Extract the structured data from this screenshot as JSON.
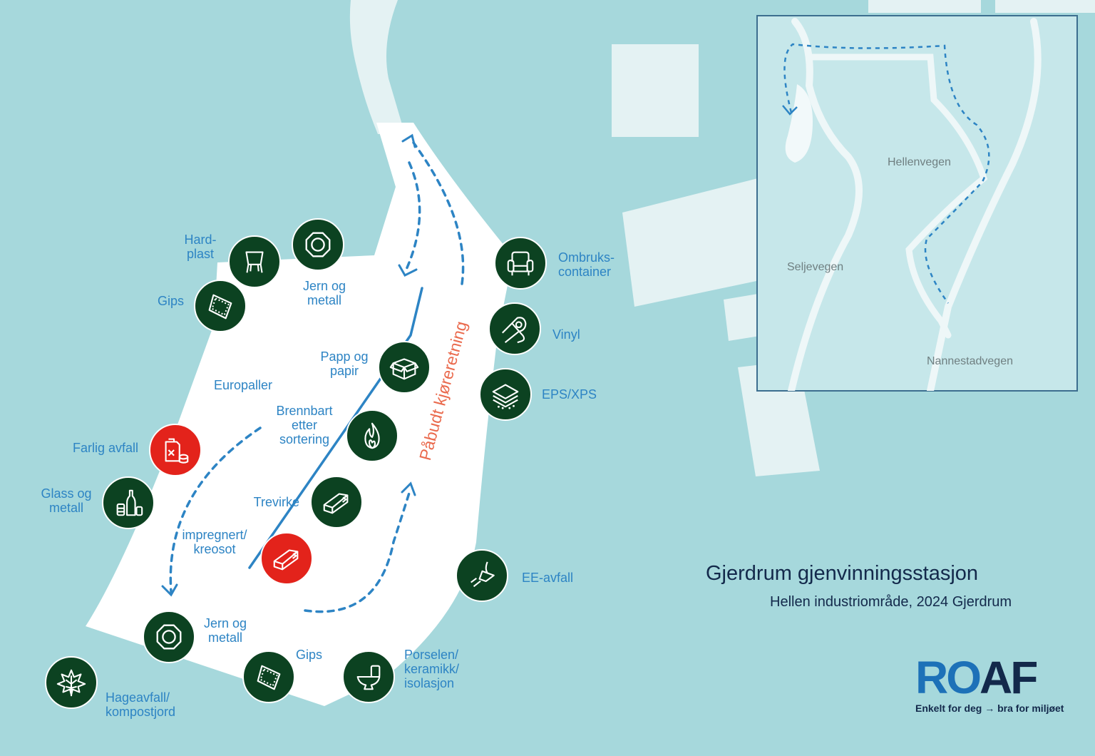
{
  "map": {
    "title": "Gjerdrum gjenvinningsstasjon",
    "subtitle": "Hellen industriområde, 2024 Gjerdrum",
    "direction_label": "Påbudt kjøreretning",
    "colors": {
      "water": "#a6d8dc",
      "yard": "#ffffff",
      "station_green": "#0c4221",
      "station_red": "#e3231b",
      "label_blue": "#2d84c4",
      "direction_red": "#ea6a4d",
      "title_navy": "#13294b"
    }
  },
  "stations": [
    {
      "id": "hardplast",
      "label": "Hard-\nplast",
      "icon": "chair-icon",
      "hazard": false
    },
    {
      "id": "jern-metall-top",
      "label": "Jern og\nmetall",
      "icon": "metal-nut-icon",
      "hazard": false
    },
    {
      "id": "gips-top",
      "label": "Gips",
      "icon": "plasterboard-icon",
      "hazard": false
    },
    {
      "id": "europaller",
      "label": "Europaller",
      "icon": "",
      "hazard": false
    },
    {
      "id": "farlig-avfall",
      "label": "Farlig avfall",
      "icon": "hazardous-canister-icon",
      "hazard": true
    },
    {
      "id": "glass-metall",
      "label": "Glass og\nmetall",
      "icon": "bottles-cans-icon",
      "hazard": false
    },
    {
      "id": "papp-papir",
      "label": "Papp og\npapir",
      "icon": "cardboard-box-icon",
      "hazard": false
    },
    {
      "id": "brennbart",
      "label": "Brennbart\netter\nsortering",
      "icon": "flame-icon",
      "hazard": false
    },
    {
      "id": "trevirke",
      "label": "Trevirke",
      "icon": "wood-beam-icon",
      "hazard": false
    },
    {
      "id": "impregnert",
      "label": "impregnert/\nkreosot",
      "icon": "treated-wood-icon",
      "hazard": true
    },
    {
      "id": "jern-metall-bottom",
      "label": "Jern og\nmetall",
      "icon": "metal-nut-icon",
      "hazard": false
    },
    {
      "id": "gips-bottom",
      "label": "Gips",
      "icon": "plasterboard-icon",
      "hazard": false
    },
    {
      "id": "porselen",
      "label": "Porselen/\nkeramikk/\nisolasjon",
      "icon": "toilet-icon",
      "hazard": false
    },
    {
      "id": "hageavfall",
      "label": "Hageavfall/\nkompostjord",
      "icon": "leaf-icon",
      "hazard": false
    },
    {
      "id": "ee-avfall",
      "label": "EE-avfall",
      "icon": "plug-icon",
      "hazard": false
    },
    {
      "id": "ombruk",
      "label": "Ombruks-\ncontainer",
      "icon": "armchair-icon",
      "hazard": false
    },
    {
      "id": "vinyl",
      "label": "Vinyl",
      "icon": "vinyl-roll-icon",
      "hazard": false
    },
    {
      "id": "eps-xps",
      "label": "EPS/XPS",
      "icon": "eps-block-icon",
      "hazard": false
    }
  ],
  "inset": {
    "roads": [
      "Hellenvegen",
      "Seljevegen",
      "Nannestadvegen"
    ]
  },
  "logo": {
    "ro": "RO",
    "af": "AF",
    "tagline": "Enkelt for deg → bra for miljøet"
  }
}
